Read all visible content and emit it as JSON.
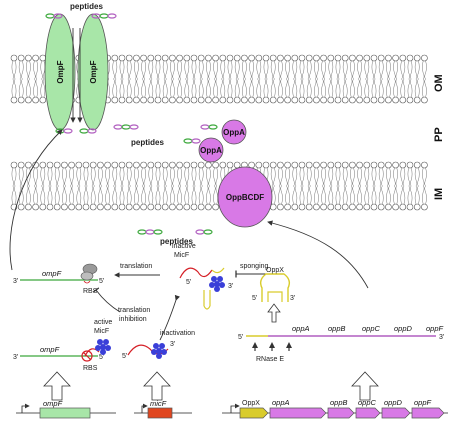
{
  "compartments": {
    "outer_membrane": "OM",
    "periplasm": "PP",
    "inner_membrane": "IM"
  },
  "proteins": {
    "ompf_left": "OmpF",
    "ompf_right": "OmpF",
    "oppa_1": "OppA",
    "oppa_2": "OppA",
    "oppbcdf": "OppBCDF"
  },
  "peptides": {
    "top": "peptides",
    "periplasm": "peptides",
    "cytoplasm": "peptides"
  },
  "rna": {
    "ompf_mrna_top": "ompF",
    "ompf_mrna_bottom": "ompF",
    "rbs_top": "RBS",
    "rbs_bottom": "RBS",
    "micf_active": "active\nMicF",
    "micf_inactive": "inactive\nMicF",
    "translation": "translation",
    "translation_inhibition": "translation\ninhibition",
    "inactivation": "inactivation",
    "sponging": "sponging",
    "oppx": "OppX",
    "rnase_e": "RNase E",
    "end5_a": "5'",
    "end3_a": "3'",
    "end5_b": "5'",
    "end3_b": "3'",
    "end5_c": "5'",
    "end3_c": "3'",
    "end5_d": "5'",
    "end3_d": "3'",
    "end5_e": "5'",
    "end3_e": "3'",
    "end5_f": "5'",
    "end3_f": "3'"
  },
  "opp_mrna_genes": [
    "oppA",
    "oppB",
    "oppC",
    "oppD",
    "oppF"
  ],
  "genes": {
    "ompf_gene": "ompF",
    "micf_gene": "micF",
    "operon": [
      "OppX",
      "oppA",
      "oppB",
      "oppC",
      "oppD",
      "oppF"
    ]
  },
  "colors": {
    "ompf": "#a8e6a8",
    "opp": "#d879e6",
    "micf_gene": "#e0461f",
    "oppx": "#d9cc2c",
    "rna_red": "#d51f26",
    "rna_green": "#3ca83c",
    "rna_purple": "#b15fc0",
    "hfq": "#3a3fd8"
  }
}
